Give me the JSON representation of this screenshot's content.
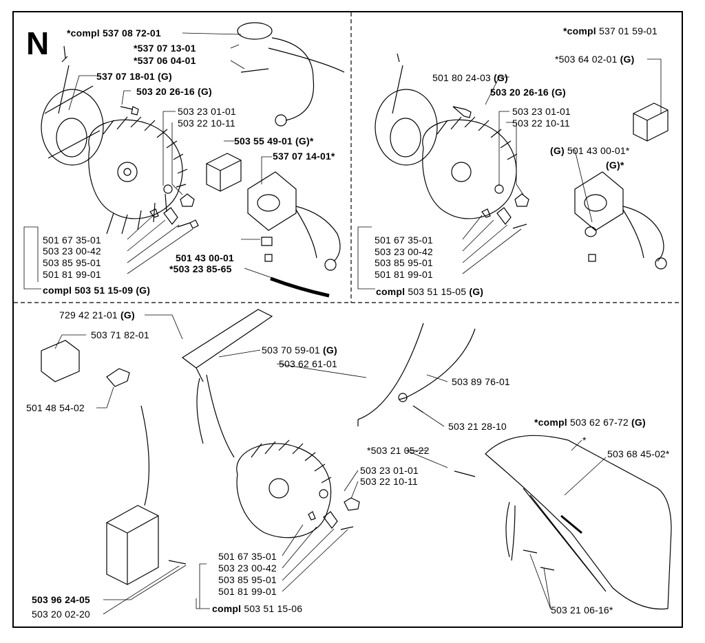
{
  "section_letter": "N",
  "top_left": {
    "compl_label": "*compl 537 08 72-01",
    "p_537_07_13": "*537 07 13-01",
    "p_537_06_04": "*537 06 04-01",
    "p_537_07_18": "537 07 18-01 (G)",
    "p_503_20_26": "503 20 26-16 (G)",
    "p_503_23_01": "503 23 01-01",
    "p_503_22_10": "503 22 10-11",
    "p_503_55_49": "503 55 49-01 (G)*",
    "p_537_07_14": "537 07 14-01*",
    "p_501_67_35": "501 67 35-01",
    "p_503_23_00": "503 23 00-42",
    "p_503_85_95": "503 85 95-01",
    "p_501_81_99": "501 81 99-01",
    "p_501_43_00": "501 43 00-01",
    "p_503_23_85": "*503 23 85-65",
    "compl_bottom": "compl 503 51 15-09 (G)"
  },
  "top_right": {
    "compl_star": "*compl",
    "compl_num": "537 01 59-01",
    "p_503_64_02": "*503 64 02-01",
    "p_503_64_02_g": "(G)",
    "p_501_80_24": "501 80 24-03",
    "p_501_80_24_g": "(G)",
    "p_503_20_26": "503 20 26-16 (G)",
    "p_503_23_01": "503 23 01-01",
    "p_503_22_10": "503 22 10-11",
    "p_501_43_g": "(G)",
    "p_501_43_00": "501 43 00-01*",
    "p_g_star": "(G)*",
    "p_501_67_35": "501 67 35-01",
    "p_503_23_00": "503 23 00-42",
    "p_503_85_95": "503 85 95-01",
    "p_501_81_99": "501 81 99-01",
    "compl_word": "compl",
    "compl_num2": "503 51 15-05",
    "compl_g": "(G)"
  },
  "bottom": {
    "p_729_42_21": "729 42 21-01",
    "p_729_42_21_g": "(G)",
    "p_503_71_82": "503 71 82-01",
    "p_503_70_59": "503 70 59-01",
    "p_503_70_59_g": "(G)",
    "p_503_62_61": "503 62 61-01",
    "p_503_89_76": "503 89 76-01",
    "p_501_48_54": "501 48 54-02",
    "p_503_21_28": "503 21 28-10",
    "compl_star": "*compl",
    "compl_num": "503 62 67-72",
    "compl_g": "(G)",
    "star": "*",
    "p_503_68_45": "503 68 45-02*",
    "p_503_21_05": "*503 21 05-22",
    "p_503_23_01": "503 23 01-01",
    "p_503_22_10": "503 22 10-11",
    "p_501_67_35": "501 67 35-01",
    "p_503_23_00": "503 23 00-42",
    "p_503_85_95": "503 85 95-01",
    "p_501_81_99": "501 81 99-01",
    "compl_word": "compl",
    "compl_num2": "503 51 15-06",
    "p_503_96_24": "503 96 24-05",
    "p_503_20_02": "503 20 02-20",
    "p_503_21_06": "503 21 06-16*"
  }
}
